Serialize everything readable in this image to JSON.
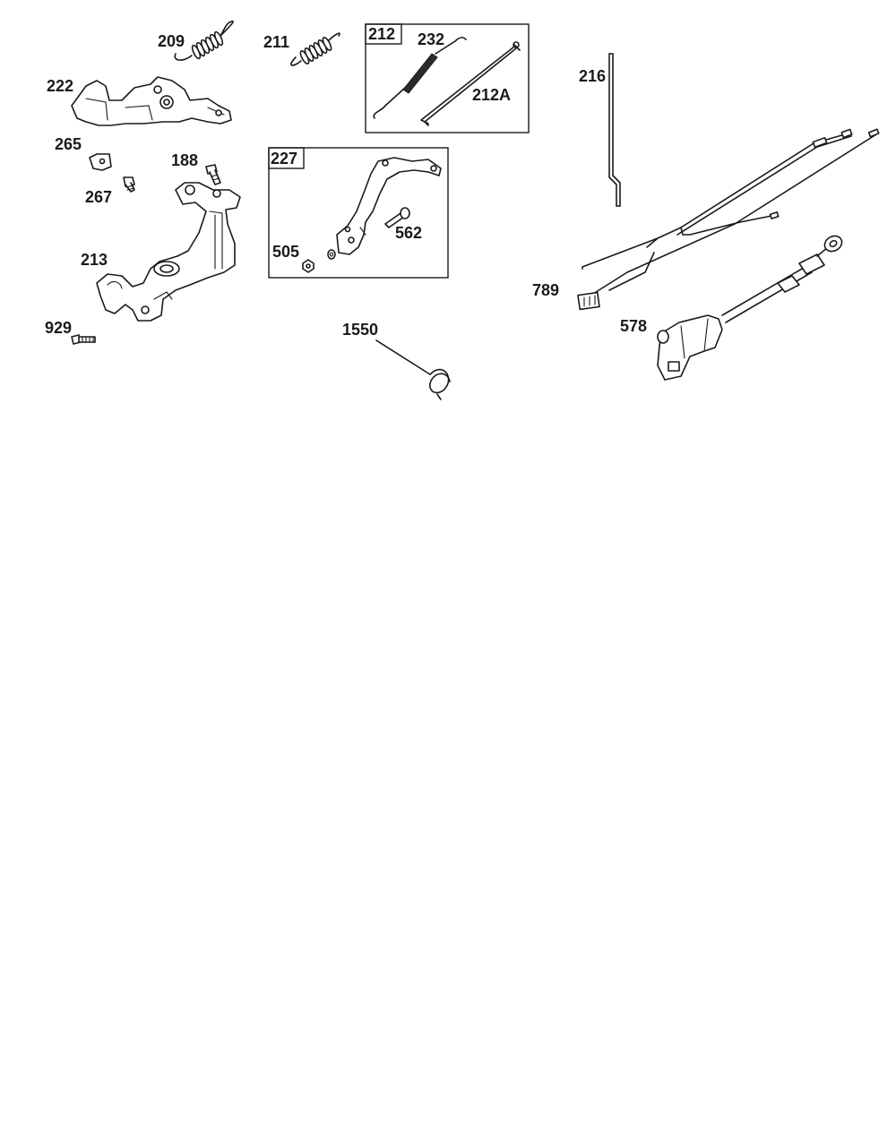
{
  "labels": {
    "l209": "209",
    "l211": "211",
    "l212": "212",
    "l232": "232",
    "l212A": "212A",
    "l216": "216",
    "l222": "222",
    "l265": "265",
    "l188": "188",
    "l267": "267",
    "l227": "227",
    "l505": "505",
    "l562": "562",
    "l213": "213",
    "l929": "929",
    "l1550": "1550",
    "l789": "789",
    "l578": "578"
  }
}
